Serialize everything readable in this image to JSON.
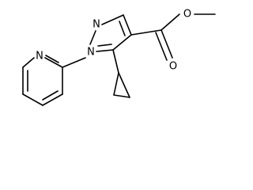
{
  "structure": {
    "atoms": {
      "pyrazole_n2": "N",
      "pyrazole_n1": "N",
      "pyridine_n": "N",
      "carbonyl_o": "O",
      "ester_o": "O"
    }
  },
  "colors": {
    "stroke": "#000000",
    "background": "#ffffff"
  }
}
